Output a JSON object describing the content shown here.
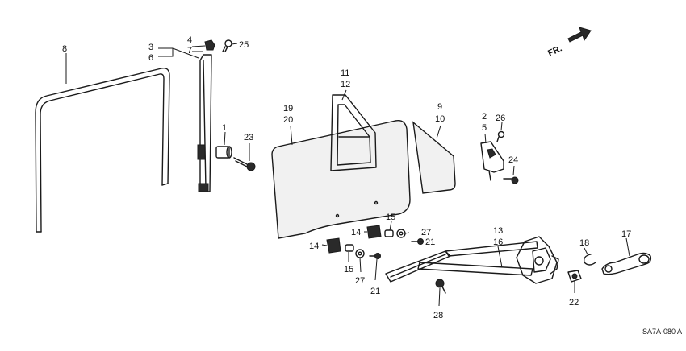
{
  "diagram": {
    "direction_marker": "FR.",
    "diagram_code": "SA7A-080 A",
    "callouts": {
      "c1": "1",
      "c2": "2",
      "c3": "3",
      "c4": "4",
      "c5": "5",
      "c6": "6",
      "c7": "7",
      "c8": "8",
      "c9": "9",
      "c10": "10",
      "c11": "11",
      "c12": "12",
      "c13": "13",
      "c14a": "14",
      "c14b": "14",
      "c15a": "15",
      "c15b": "15",
      "c16": "16",
      "c17": "17",
      "c18": "18",
      "c19": "19",
      "c20": "20",
      "c21a": "21",
      "c21b": "21",
      "c22": "22",
      "c23": "23",
      "c24": "24",
      "c25": "25",
      "c26": "26",
      "c27a": "27",
      "c27b": "27",
      "c28": "28"
    }
  }
}
